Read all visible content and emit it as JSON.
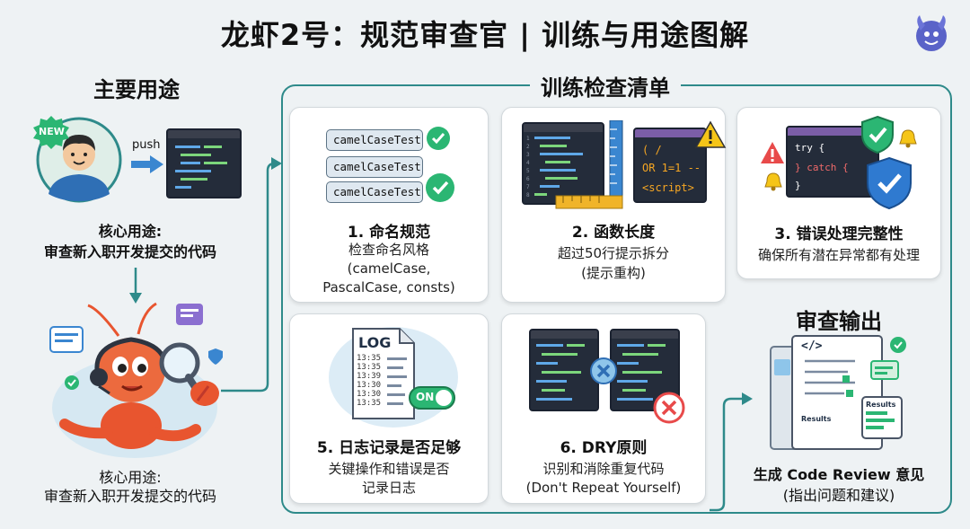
{
  "title": "龙虾2号：规范审查官 | 训练与用途图解",
  "main_use": {
    "title": "主要用途",
    "new_badge": "NEW",
    "push_label": "push",
    "caption_line1": "核心用途:",
    "caption_line2": "审查新入职开发提交的代码",
    "lobster_caption_line1": "核心用途:",
    "lobster_caption_line2": "审查新入职开发提交的代码"
  },
  "checklist": {
    "title": "训练检查清单",
    "cards": [
      {
        "heading": "1. 命名规范",
        "desc": [
          "检查命名风格",
          "(camelCase,",
          "PascalCase, consts)"
        ],
        "pills": [
          "camelCaseTest",
          "camelCaseTest",
          "camelCaseTest"
        ]
      },
      {
        "heading": "2. 函数长度",
        "desc": [
          "超过50行提示拆分",
          "(提示重构)"
        ],
        "code": [
          "( /",
          "OR 1=1 --",
          "<script>"
        ]
      },
      {
        "heading": "3. 错误处理完整性",
        "desc": [
          "确保所有潜在异常都有处理"
        ],
        "code": [
          "try {",
          "} catch {",
          "}"
        ]
      },
      {
        "heading": "5. 日志记录是否足够",
        "desc": [
          "关键操作和错误是否",
          "记录日志"
        ],
        "log_title": "LOG",
        "log_times": [
          "13:35",
          "13:35",
          "13:39",
          "13:30",
          "13:30",
          "13:35"
        ],
        "toggle": "ON"
      },
      {
        "heading": "6. DRY原则",
        "desc": [
          "识别和消除重复代码",
          "(Don't Repeat Yourself)"
        ]
      }
    ]
  },
  "output": {
    "title": "审查输出",
    "doc_tag": "</>",
    "doc_results1": "Results",
    "doc_results2": "Results",
    "caption_line1": "生成 Code Review 意见",
    "caption_line2": "(指出问题和建议)"
  },
  "colors": {
    "accent": "#2e8a8a",
    "check": "#2bb673",
    "warning": "#f5c518",
    "code_bg": "#242c3a",
    "lobster": "#e8552f"
  }
}
